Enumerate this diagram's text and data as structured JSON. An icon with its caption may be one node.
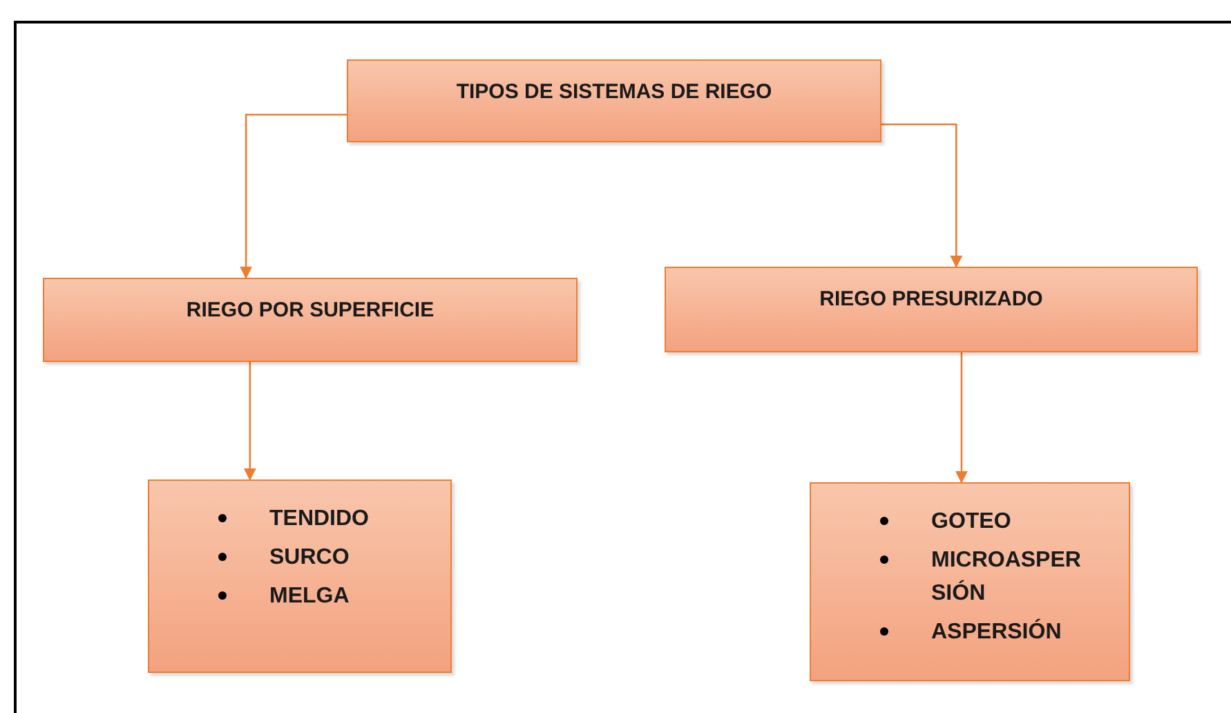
{
  "diagram": {
    "nodes": [
      {
        "text": [
          "TIPOS DE SISTEMAS DE RIEGO"
        ]
      },
      {
        "text": [
          "RIEGO POR SUPERFICIE"
        ]
      },
      {
        "text": [
          "RIEGO PRESURIZADO"
        ]
      },
      {
        "text": [
          "TENDIDO",
          "SURCO",
          "MELGA"
        ]
      },
      {
        "text": [
          "GOTEO",
          "MICROASPERSIÓN",
          "ASPERSIÓN"
        ]
      }
    ],
    "edges": [
      {
        "from": 0,
        "to": 1,
        "arrow": "to"
      },
      {
        "from": 0,
        "to": 2,
        "arrow": "to"
      },
      {
        "from": 1,
        "to": 3,
        "arrow": "to"
      },
      {
        "from": 2,
        "to": 4,
        "arrow": "to"
      }
    ]
  }
}
